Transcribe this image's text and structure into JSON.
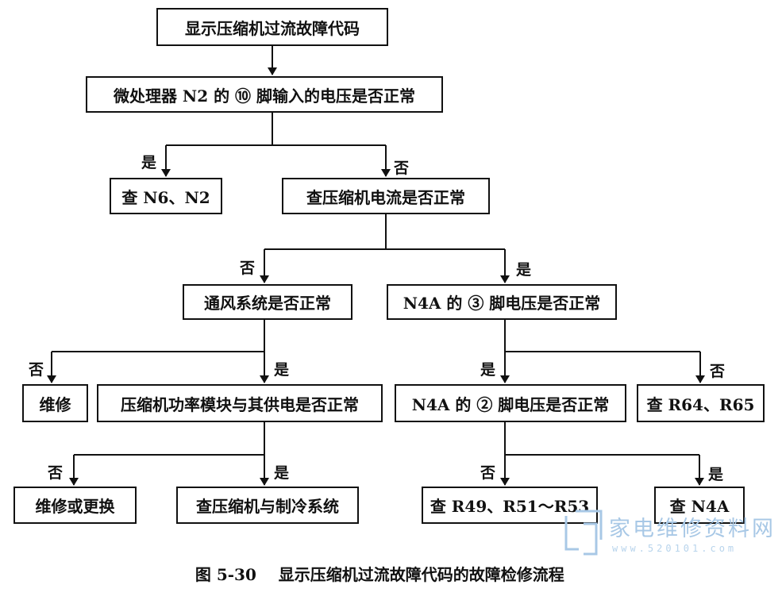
{
  "nodes": {
    "start": "显示压缩机过流故障代码",
    "q_n2_pin10": "微处理器 N2 的 ⑩ 脚输入的电压是否正常",
    "check_n6_n2": "查 N6、N2",
    "q_compressor_current": "查压缩机电流是否正常",
    "q_ventilation": "通风系统是否正常",
    "q_n4a_pin3": "N4A 的 ③ 脚电压是否正常",
    "repair": "维修",
    "q_power_module": "压缩机功率模块与其供电是否正常",
    "q_n4a_pin2": "N4A 的 ② 脚电压是否正常",
    "check_r64_r65": "查 R64、R65",
    "repair_or_replace": "维修或更换",
    "check_compressor_refrigeration": "查压缩机与制冷系统",
    "check_r49_r51_r53": "查 R49、R51～R53",
    "check_n4a": "查 N4A"
  },
  "edge_labels": {
    "yes": "是",
    "no": "否"
  },
  "caption": {
    "figure_number": "图 5-30",
    "title": "显示压缩机过流故障代码的故障检修流程"
  },
  "watermark": {
    "text": "家电维修资料网",
    "url": "www.520101.com"
  },
  "colors": {
    "line": "#111111",
    "watermark": "#a8c8e6"
  }
}
